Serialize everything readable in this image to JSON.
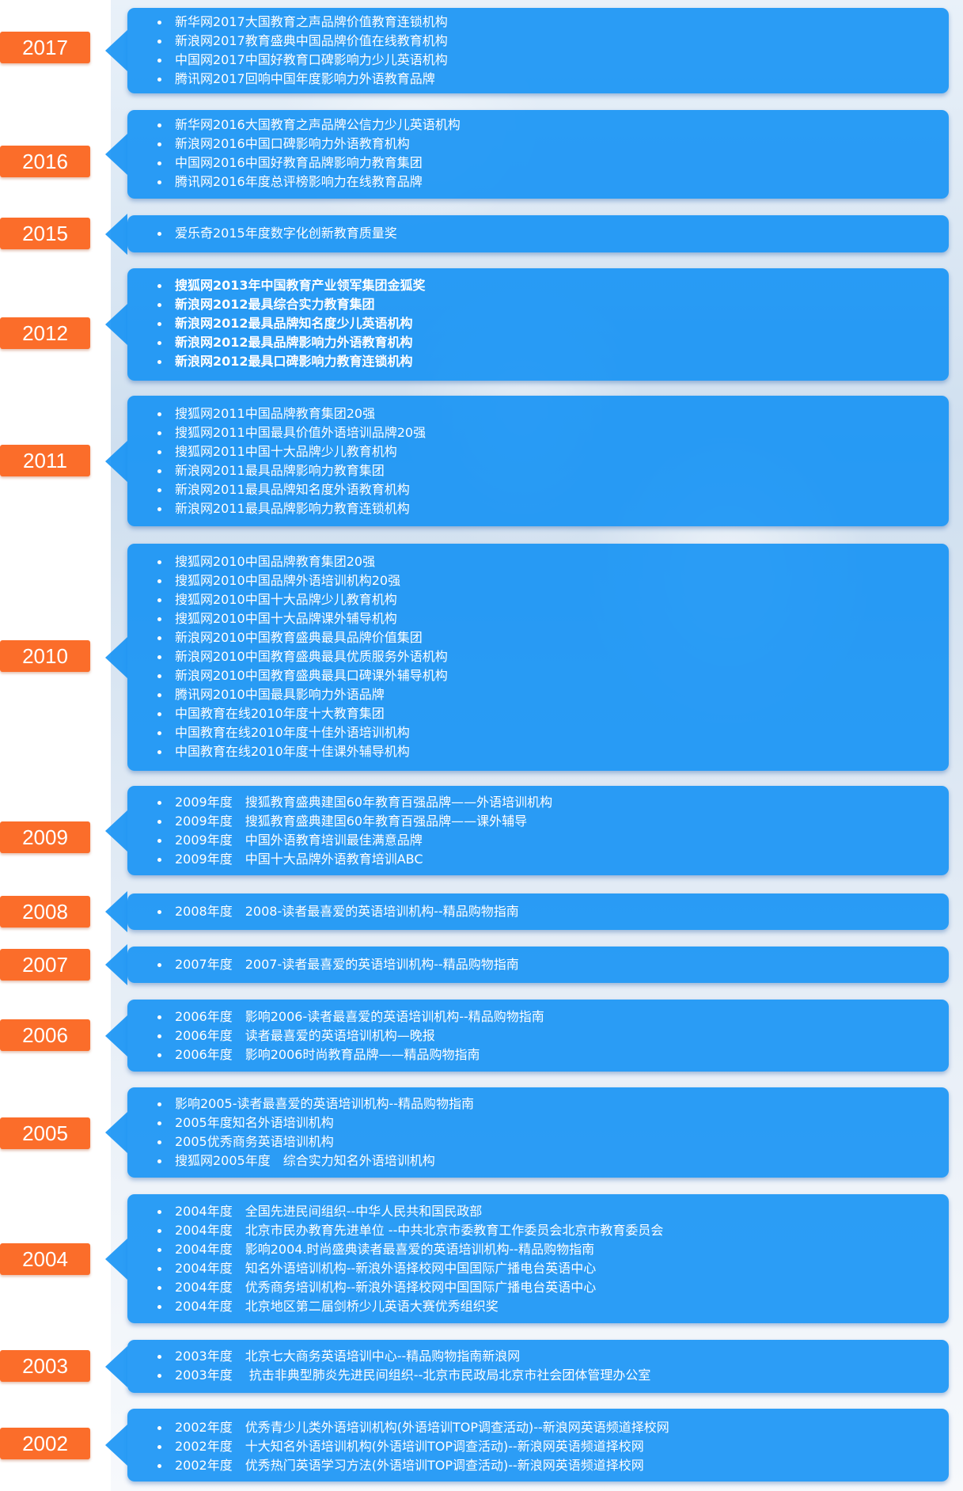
{
  "colors": {
    "year_badge": "#fb6d2a",
    "card": "#0a8ef5",
    "text": "#ffffff"
  },
  "timeline": [
    {
      "year": "2017",
      "items": [
        "新华网2017大国教育之声品牌价值教育连锁机构",
        "新浪网2017教育盛典中国品牌价值在线教育机构",
        "中国网2017中国好教育口碑影响力少儿英语机构",
        "腾讯网2017回响中国年度影响力外语教育品牌"
      ]
    },
    {
      "year": "2016",
      "items": [
        "新华网2016大国教育之声品牌公信力少儿英语机构",
        "新浪网2016中国口碑影响力外语教育机构",
        "中国网2016中国好教育品牌影响力教育集团",
        "腾讯网2016年度总评榜影响力在线教育品牌"
      ]
    },
    {
      "year": "2015",
      "items": [
        "爱乐奇2015年度数字化创新教育质量奖"
      ]
    },
    {
      "year": "2012",
      "items": [
        "搜狐网2013年中国教育产业领军集团金狐奖",
        "新浪网2012最具综合实力教育集团",
        "新浪网2012最具品牌知名度少儿英语机构",
        "新浪网2012最具品牌影响力外语教育机构",
        "新浪网2012最具口碑影响力教育连锁机构"
      ]
    },
    {
      "year": "2011",
      "items": [
        "搜狐网2011中国品牌教育集团20强",
        "搜狐网2011中国最具价值外语培训品牌20强",
        "搜狐网2011中国十大品牌少儿教育机构",
        "新浪网2011最具品牌影响力教育集团",
        "新浪网2011最具品牌知名度外语教育机构",
        "新浪网2011最具品牌影响力教育连锁机构"
      ]
    },
    {
      "year": "2010",
      "items": [
        "搜狐网2010中国品牌教育集团20强",
        "搜狐网2010中国品牌外语培训机构20强",
        "搜狐网2010中国十大品牌少儿教育机构",
        "搜狐网2010中国十大品牌课外辅导机构",
        "新浪网2010中国教育盛典最具品牌价值集团",
        "新浪网2010中国教育盛典最具优质服务外语机构",
        "新浪网2010中国教育盛典最具口碑课外辅导机构",
        "腾讯网2010中国最具影响力外语品牌",
        "中国教育在线2010年度十大教育集团",
        "中国教育在线2010年度十佳外语培训机构",
        "中国教育在线2010年度十佳课外辅导机构"
      ]
    },
    {
      "year": "2009",
      "items": [
        "2009年度　搜狐教育盛典建国60年教育百强品牌——外语培训机构",
        "2009年度　搜狐教育盛典建国60年教育百强品牌——课外辅导",
        "2009年度　中国外语教育培训最佳满意品牌",
        "2009年度　中国十大品牌外语教育培训ABC"
      ]
    },
    {
      "year": "2008",
      "items": [
        "2008年度　2008-读者最喜爱的英语培训机构--精品购物指南"
      ]
    },
    {
      "year": "2007",
      "items": [
        "2007年度　2007-读者最喜爱的英语培训机构--精品购物指南"
      ]
    },
    {
      "year": "2006",
      "items": [
        "2006年度　影响2006-读者最喜爱的英语培训机构--精品购物指南",
        "2006年度　读者最喜爱的英语培训机构—晚报",
        "2006年度　影响2006时尚教育品牌——精品购物指南"
      ]
    },
    {
      "year": "2005",
      "items": [
        "影响2005-读者最喜爱的英语培训机构--精品购物指南",
        "2005年度知名外语培训机构",
        "2005优秀商务英语培训机构",
        "搜狐网2005年度　综合实力知名外语培训机构"
      ]
    },
    {
      "year": "2004",
      "items": [
        "2004年度　全国先进民间组织--中华人民共和国民政部",
        "2004年度　北京市民办教育先进单位 --中共北京市委教育工作委员会北京市教育委员会",
        "2004年度　影响2004.时尚盛典读者最喜爱的英语培训机构--精品购物指南",
        "2004年度　知名外语培训机构--新浪外语择校网中国国际广播电台英语中心",
        "2004年度　优秀商务培训机构--新浪外语择校网中国国际广播电台英语中心",
        "2004年度　北京地区第二届剑桥少儿英语大赛优秀组织奖"
      ]
    },
    {
      "year": "2003",
      "items": [
        "2003年度　北京七大商务英语培训中心--精品购物指南新浪网",
        "2003年度　 抗击非典型肺炎先进民间组织--北京市民政局北京市社会团体管理办公室"
      ]
    },
    {
      "year": "2002",
      "items": [
        "2002年度　优秀青少儿类外语培训机构(外语培训TOP调查活动)--新浪网英语频道择校网",
        "2002年度　十大知名外语培训机构(外语培训TOP调查活动)--新浪网英语频道择校网",
        "2002年度　优秀热门英语学习方法(外语培训TOP调查活动)--新浪网英语频道择校网"
      ]
    }
  ]
}
